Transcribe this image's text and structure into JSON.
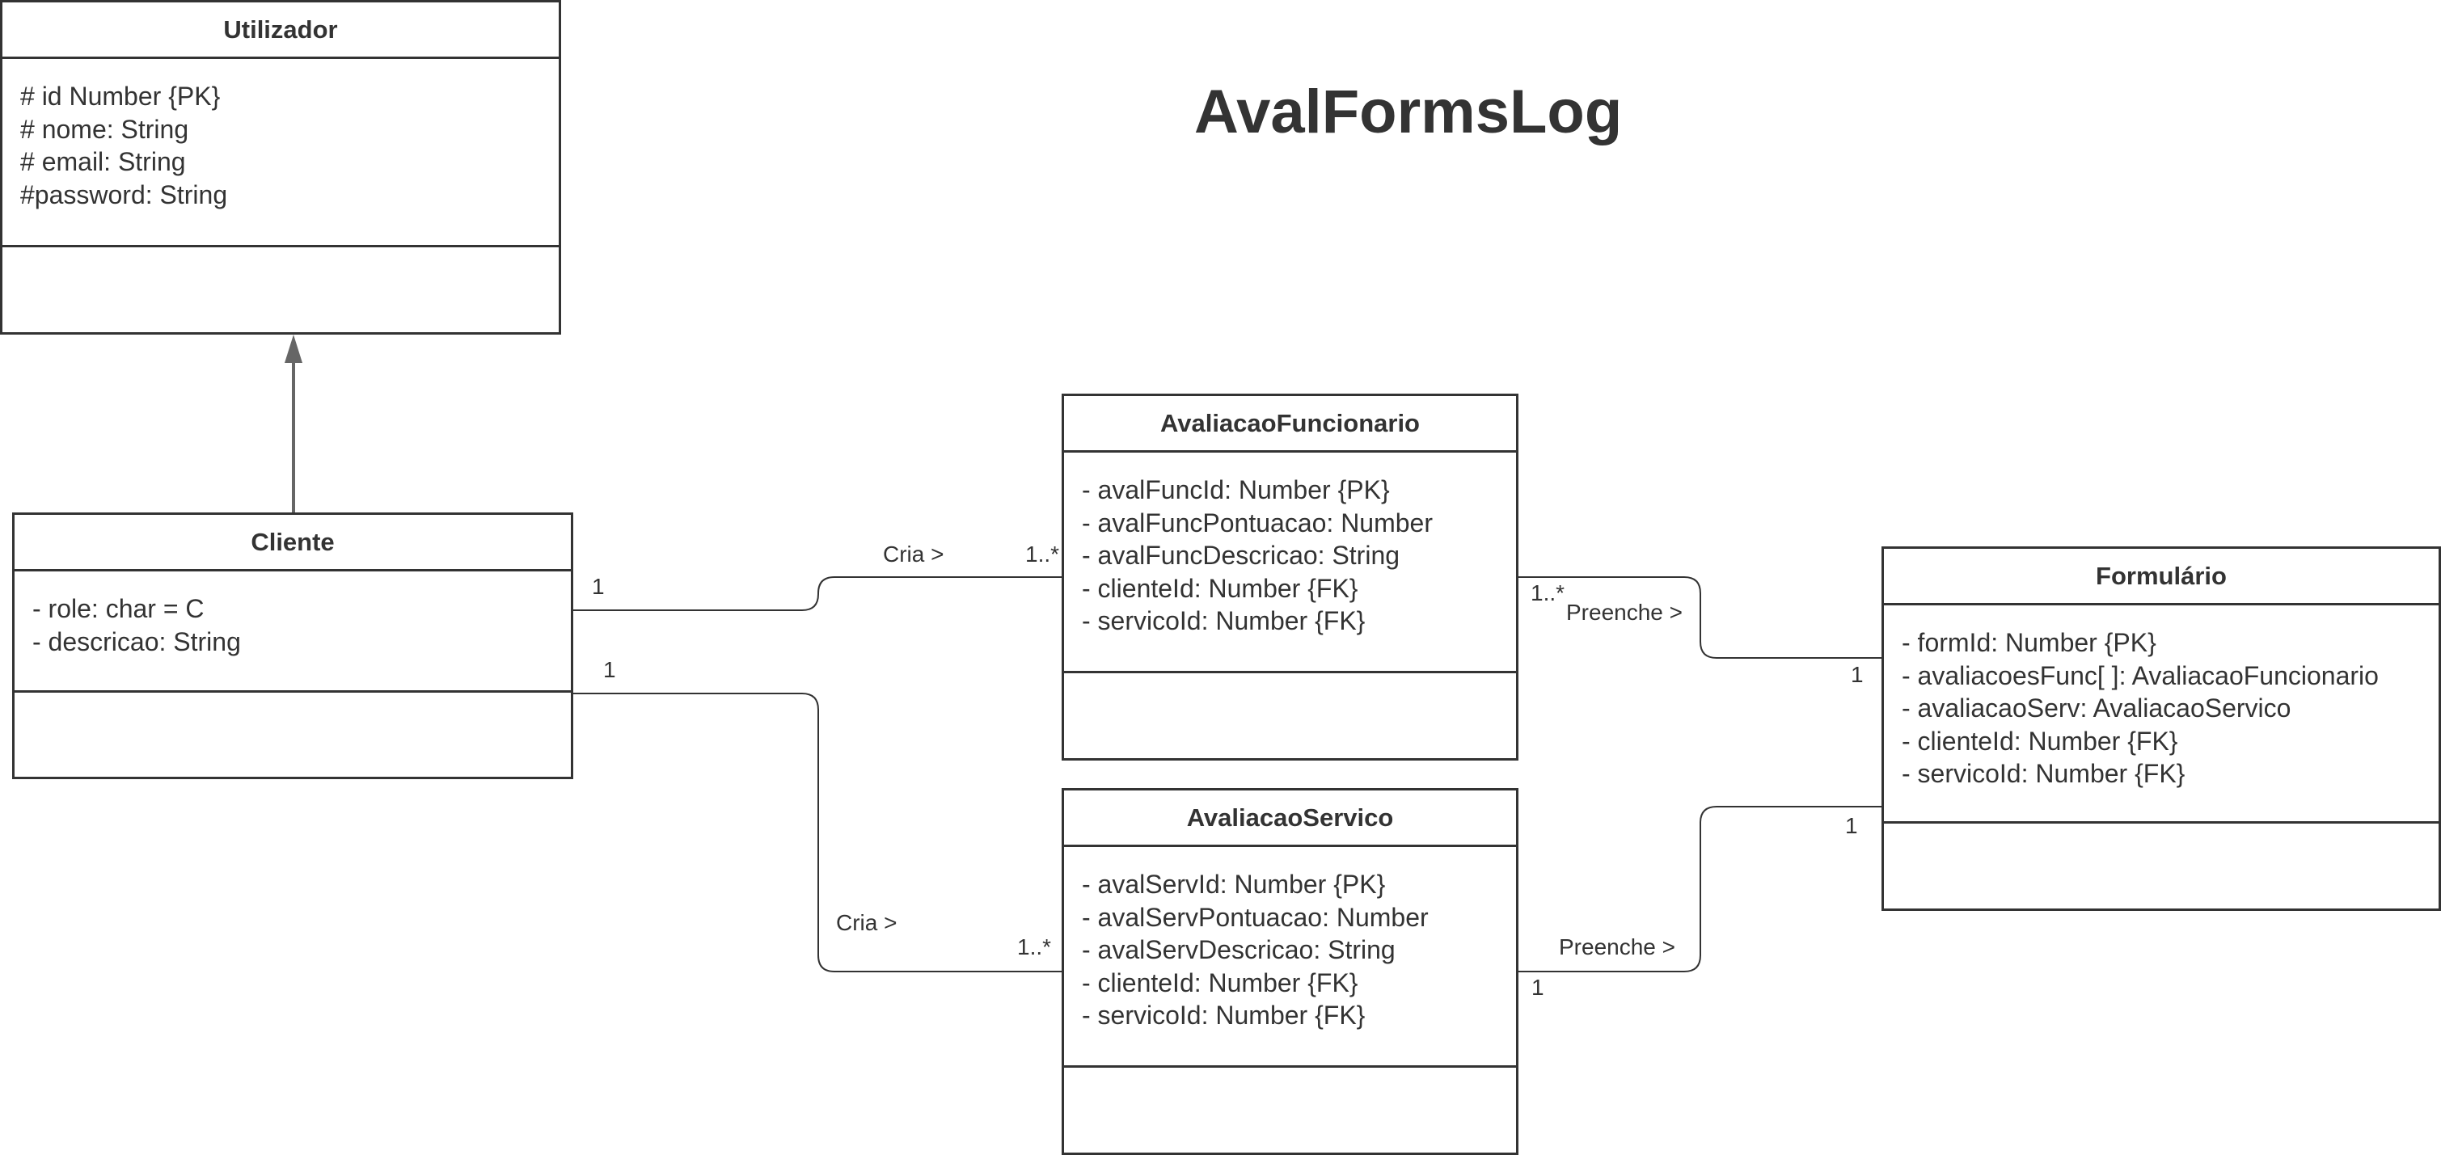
{
  "diagram_title": "AvalFormsLog",
  "classes": {
    "utilizador": {
      "name": "Utilizador",
      "attributes": [
        "# id  Number {PK}",
        "# nome: String",
        "# email: String",
        "#password: String"
      ]
    },
    "cliente": {
      "name": "Cliente",
      "attributes": [
        "- role: char = C",
        "- descricao: String"
      ]
    },
    "avaliacao_funcionario": {
      "name": "AvaliacaoFuncionario",
      "attributes": [
        "- avalFuncId: Number {PK}",
        "- avalFuncPontuacao: Number",
        "- avalFuncDescricao: String",
        "- clienteId: Number {FK}",
        "- servicoId: Number {FK}"
      ]
    },
    "avaliacao_servico": {
      "name": "AvaliacaoServico",
      "attributes": [
        "- avalServId: Number {PK}",
        "- avalServPontuacao: Number",
        "- avalServDescricao: String",
        "- clienteId: Number {FK}",
        "- servicoId: Number {FK}"
      ]
    },
    "formulario": {
      "name": "Formulário",
      "attributes": [
        "- formId: Number {PK}",
        "- avaliacoesFunc[ ]: AvaliacaoFuncionario",
        "- avaliacaoServ: AvaliacaoServico",
        "- clienteId: Number {FK}",
        "- servicoId: Number {FK}"
      ]
    }
  },
  "relations": {
    "cliente_avalfunc": {
      "label": "Cria >",
      "source_mult": "1",
      "target_mult": "1..*"
    },
    "cliente_avalserv": {
      "label": "Cria >",
      "source_mult": "1",
      "target_mult": "1..*"
    },
    "avalfunc_form": {
      "label": "Preenche >",
      "source_mult": "1..*",
      "target_mult": "1"
    },
    "avalserv_form": {
      "label": "Preenche >",
      "source_mult": "1",
      "target_mult": "1"
    }
  },
  "colors": {
    "line": "#333333",
    "arrow": "#666666",
    "background": "#ffffff"
  }
}
